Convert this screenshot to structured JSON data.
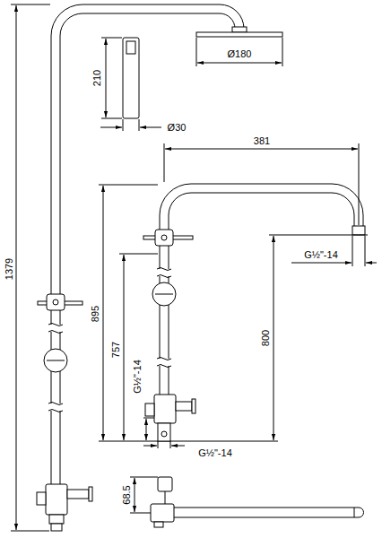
{
  "diagram": {
    "labels": [
      "Ø180",
      "210",
      "Ø30",
      "381",
      "1379",
      "G½\"-14",
      "895",
      "757",
      "800",
      "G½\"-14",
      "G½\"-14",
      "68.5"
    ]
  }
}
